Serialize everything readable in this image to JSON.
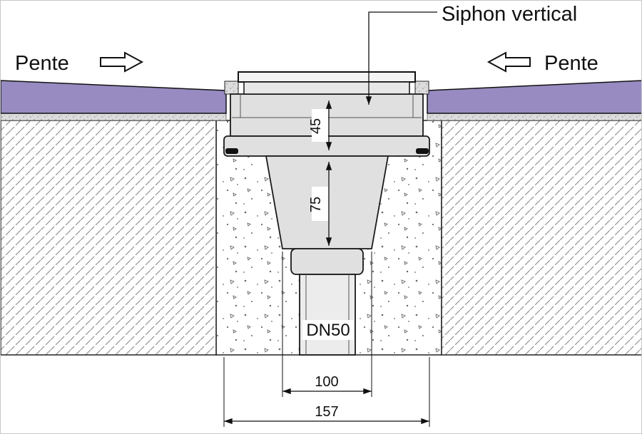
{
  "diagram": {
    "callout": {
      "label": "Siphon vertical"
    },
    "slope_left": {
      "label": "Pente"
    },
    "slope_right": {
      "label": "Pente"
    },
    "pipe": {
      "label": "DN50"
    },
    "dims": {
      "upper_height": "45",
      "lower_height": "75",
      "outlet_width": "100",
      "overall_width": "157"
    },
    "colors": {
      "floor": "#978bc1",
      "body": "#e0e0e0",
      "body_light": "#ececec",
      "line": "#1a1a1a"
    }
  }
}
